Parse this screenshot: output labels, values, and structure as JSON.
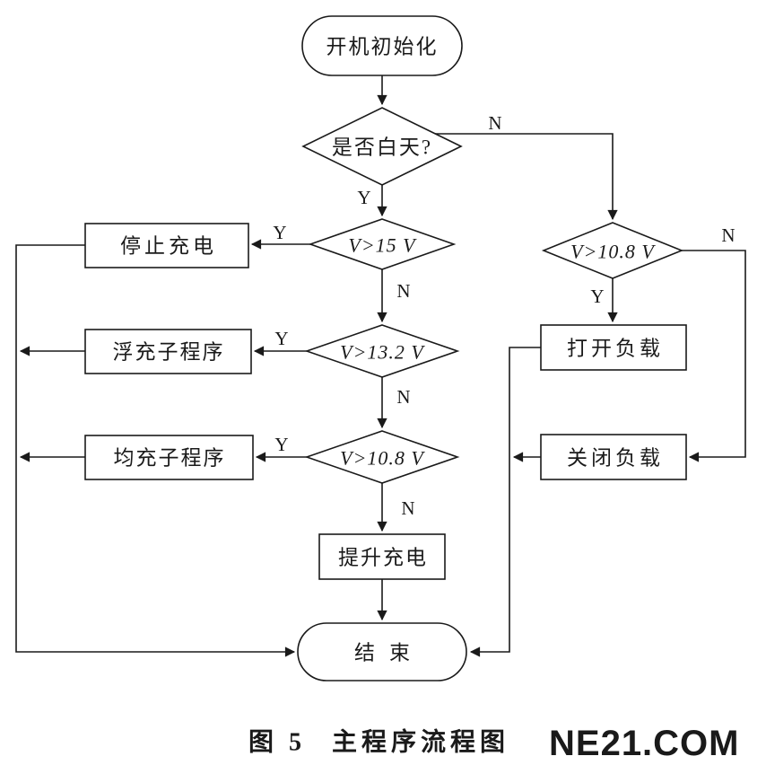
{
  "flowchart": {
    "start": "开机初始化",
    "end": "结束",
    "decisions": {
      "is_daytime": "是否白天?",
      "v_gt_15": "V>15 V",
      "v_gt_13_2": "V>13.2 V",
      "v_gt_10_8_left": "V>10.8 V",
      "v_gt_10_8_right": "V>10.8 V"
    },
    "processes": {
      "stop_charging": "停止充电",
      "float_charge_sub": "浮充子程序",
      "equal_charge_sub": "均充子程序",
      "boost_charge": "提升充电",
      "open_load": "打开负载",
      "close_load": "关闭负载"
    },
    "branch_yes": "Y",
    "branch_no": "N"
  },
  "caption": {
    "figure_number": "图 5",
    "figure_title": "主程序流程图",
    "watermark": "NE21.COM"
  },
  "colors": {
    "stroke": "#1a1a1a",
    "watermark": "#93cdec",
    "background": "#ffffff"
  }
}
